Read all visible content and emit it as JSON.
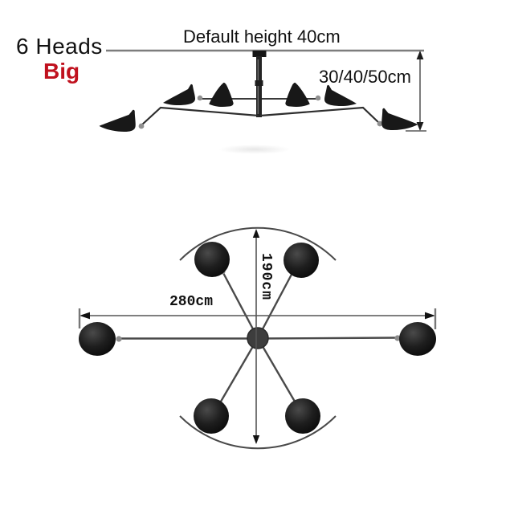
{
  "page": {
    "background": "#ffffff"
  },
  "product_diagram": {
    "variant": {
      "heads_label": "6 Heads",
      "size_label": "Big",
      "size_label_color": "#c0111e"
    },
    "side_view": {
      "default_height_label": "Default height 40cm",
      "drop_options_label": "30/40/50cm",
      "head_count": 6
    },
    "top_view": {
      "width_label": "280cm",
      "height_label": "190cm",
      "head_count": 6
    },
    "colors": {
      "lamp_black": "#1c1c1c",
      "dimension_gray": "#5a5a5a",
      "ceiling_line_gray": "#7d7d7d",
      "joint_gray": "#909090",
      "text_black": "#111111"
    }
  }
}
